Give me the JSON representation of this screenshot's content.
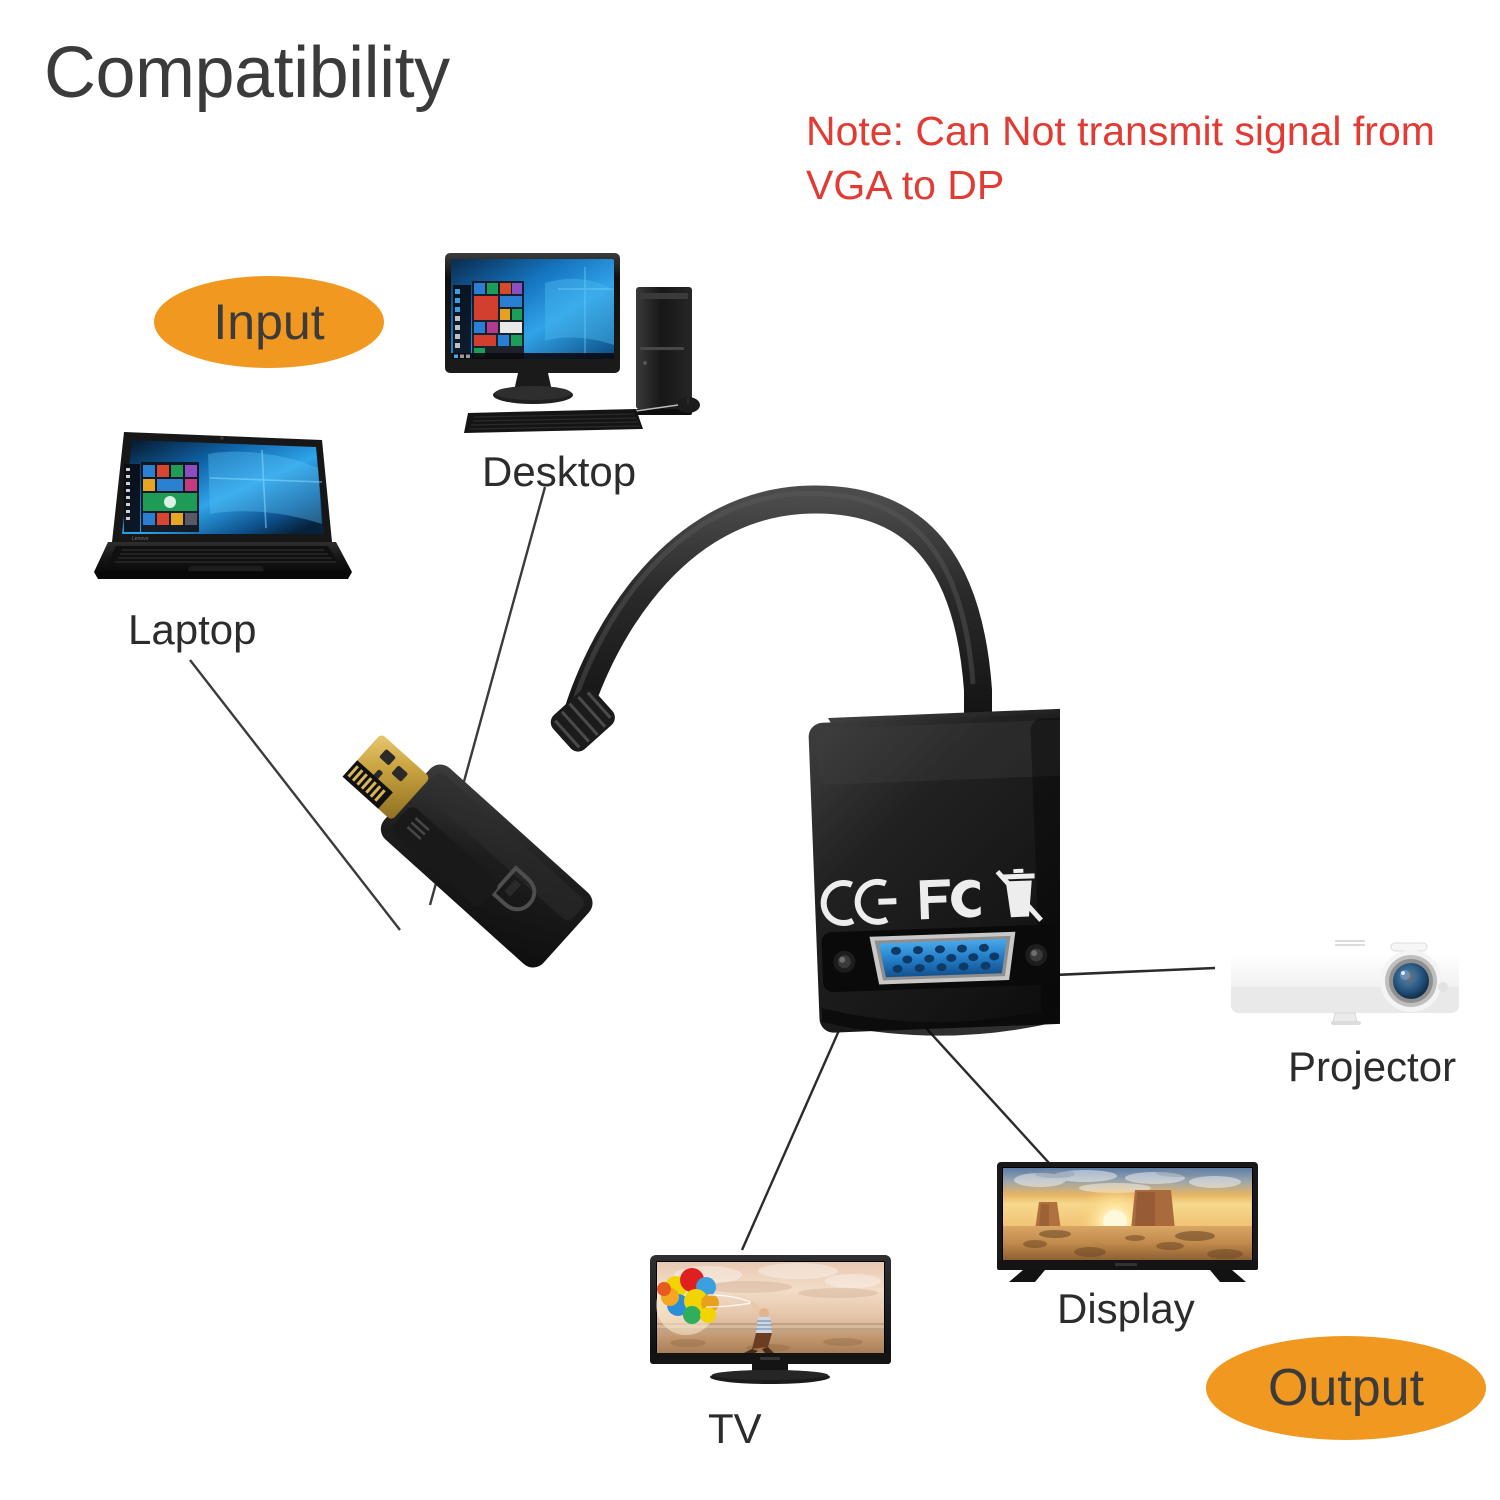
{
  "page": {
    "title": "Compatibility",
    "background_color": "#ffffff",
    "title_color": "#3b3b3b"
  },
  "note": {
    "text": "Note: Can Not transmit signal from VGA to DP",
    "color": "#e23b33"
  },
  "badges": {
    "input": {
      "label": "Input",
      "color": "#f0981f",
      "text_color": "#3b3b3b"
    },
    "output": {
      "label": "Output",
      "color": "#f0981f",
      "text_color": "#3b3b3b"
    }
  },
  "devices": {
    "desktop": {
      "label": "Desktop",
      "role": "input"
    },
    "laptop": {
      "label": "Laptop",
      "role": "input"
    },
    "projector": {
      "label": "Projector",
      "role": "output"
    },
    "display": {
      "label": "Display",
      "role": "output"
    },
    "tv": {
      "label": "TV",
      "role": "output"
    }
  },
  "adapter": {
    "input_connector": "DisplayPort male",
    "output_connector": "VGA female",
    "vga_port_color": "#2f8fd6",
    "body_color": "#1e1e1e",
    "cert_marks": [
      "CE",
      "FC",
      "WEEE"
    ]
  }
}
